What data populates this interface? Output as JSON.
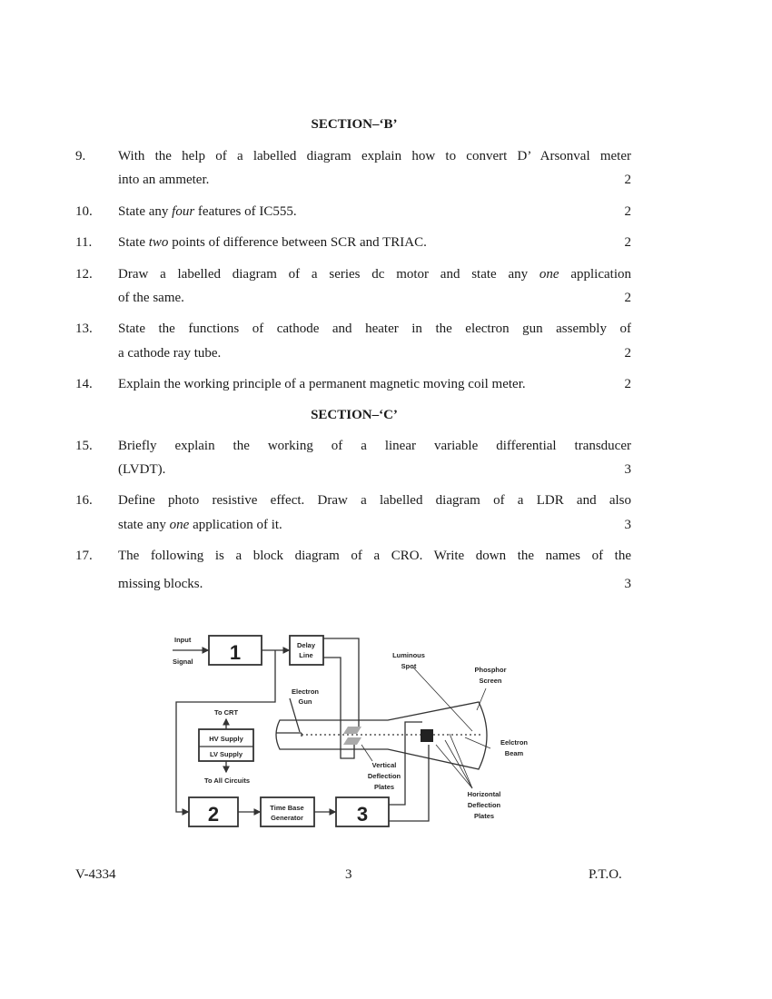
{
  "section_b": "SECTION–‘B’",
  "section_c": "SECTION–‘C’",
  "questions": [
    {
      "num": "9.",
      "l1": "With the help of a labelled diagram explain how to convert D’ Arsonval meter",
      "l2": "into an ammeter.",
      "mark": "2"
    },
    {
      "num": "10.",
      "a": "State any ",
      "i": "four",
      "b": " features of IC555.",
      "mark": "2"
    },
    {
      "num": "11.",
      "a": "State ",
      "i": "two",
      "b": " points of difference between SCR and TRIAC.",
      "mark": "2"
    },
    {
      "num": "12.",
      "a": "Draw a labelled diagram of a series dc motor and state any ",
      "i": "one",
      "b": " application",
      "l2": "of the same.",
      "mark": "2"
    },
    {
      "num": "13.",
      "l1": "State the functions of cathode and heater in the electron gun assembly of",
      "l2": "a cathode ray tube.",
      "mark": "2"
    },
    {
      "num": "14.",
      "l1": "Explain the working principle of a permanent magnetic moving coil meter.",
      "mark": "2"
    },
    {
      "num": "15.",
      "l1": "Briefly explain the working of a linear variable differential transducer",
      "l2": "(LVDT).",
      "mark": "3"
    },
    {
      "num": "16.",
      "l1": "Define photo resistive effect. Draw a labelled diagram of a LDR and also",
      "a": "state any ",
      "i": "one",
      "b": " application of it.",
      "mark": "3"
    },
    {
      "num": "17.",
      "l1": "The following is a block diagram of a CRO. Write down the names of the",
      "l2": "missing blocks.",
      "mark": "3"
    }
  ],
  "diagram": {
    "input1": "Input",
    "input2": "Signal",
    "box1": "1",
    "delay1": "Delay",
    "delay2": "Line",
    "gun1": "Electron",
    "gun2": "Gun",
    "tocrt": "To CRT",
    "hv": "HV Supply",
    "lv": "LV Supply",
    "toall": "To All Circuits",
    "lum1": "Luminous",
    "lum2": "Spot",
    "ph1": "Phosphor",
    "ph2": "Screen",
    "eb1": "Eelctron",
    "eb2": "Beam",
    "vd1": "Vertical",
    "vd2": "Deflection",
    "vd3": "Plates",
    "hd1": "Horizontal",
    "hd2": "Deflection",
    "hd3": "Plates",
    "box2": "2",
    "tb1": "Time Base",
    "tb2": "Generator",
    "box3": "3"
  },
  "footer": {
    "code": "V-4334",
    "page": "3",
    "pto": "P.T.O."
  }
}
